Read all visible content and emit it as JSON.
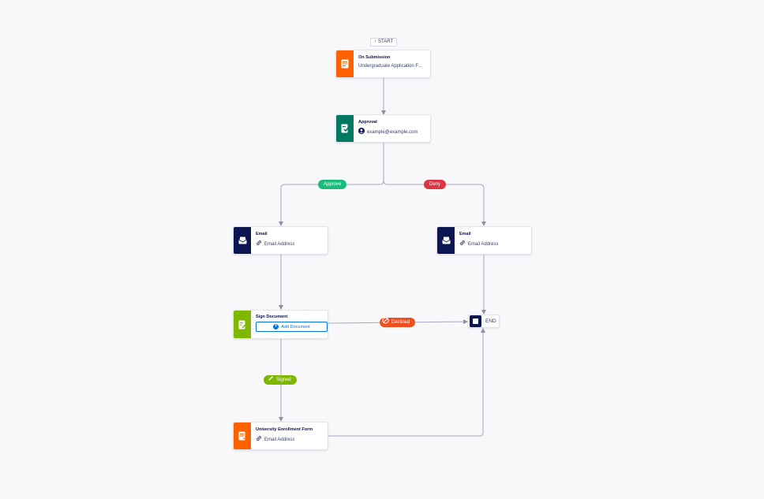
{
  "start_label": "START",
  "end_label": "END",
  "nodes": {
    "submission": {
      "title": "On Submission",
      "subtitle": "Undergraduate Application F...",
      "color": "#ff6100"
    },
    "approval": {
      "title": "Approval",
      "subtitle": "example@example.com",
      "color": "#007862"
    },
    "email_left": {
      "title": "Email",
      "subtitle": "Email Address",
      "color": "#0a1551"
    },
    "email_right": {
      "title": "Email",
      "subtitle": "Email Address",
      "color": "#0a1551"
    },
    "sign_document": {
      "title": "Sign Document",
      "button": "Add Document",
      "color": "#7fb800"
    },
    "enrollment": {
      "title": "University Enrollment Form",
      "subtitle": "Email Address",
      "color": "#ff6100"
    }
  },
  "branches": {
    "approve": {
      "label": "Approve",
      "color": "#18bd7c"
    },
    "deny": {
      "label": "Deny",
      "color": "#dc3545"
    },
    "declined": {
      "label": "Declined",
      "color": "#f04e1f"
    },
    "signed": {
      "label": "Signed",
      "color": "#7fb800"
    }
  },
  "icons": {
    "submission": "form-document-icon",
    "approval": "approval-check-icon",
    "email": "envelope-icon",
    "sign": "sign-pen-icon",
    "enrollment": "form-document-icon",
    "link": "link-icon",
    "user": "user-circle-icon",
    "add": "plus-circle-icon",
    "ban": "ban-icon",
    "end": "stop-square-icon"
  }
}
